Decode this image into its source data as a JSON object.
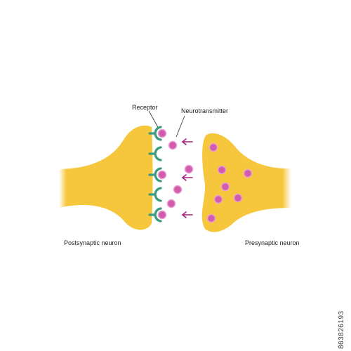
{
  "labels": {
    "receptor": "Receptor",
    "neurotransmitter": "Neurotransmitter",
    "postsynaptic": "Postsynaptic neuron",
    "presynaptic": "Presynaptic neuron"
  },
  "image_id": "863826193",
  "colors": {
    "neuron": "#f6c73c",
    "receptor": "#3a9b7f",
    "vesicle_fill": "#d35bae",
    "vesicle_edge": "#e9a0d2",
    "arrow": "#a2217f",
    "text": "#222222"
  },
  "counts": {
    "receptors": 5,
    "free_neurotransmitters": 4,
    "presynaptic_vesicles": 7,
    "release_arrows": 3
  }
}
